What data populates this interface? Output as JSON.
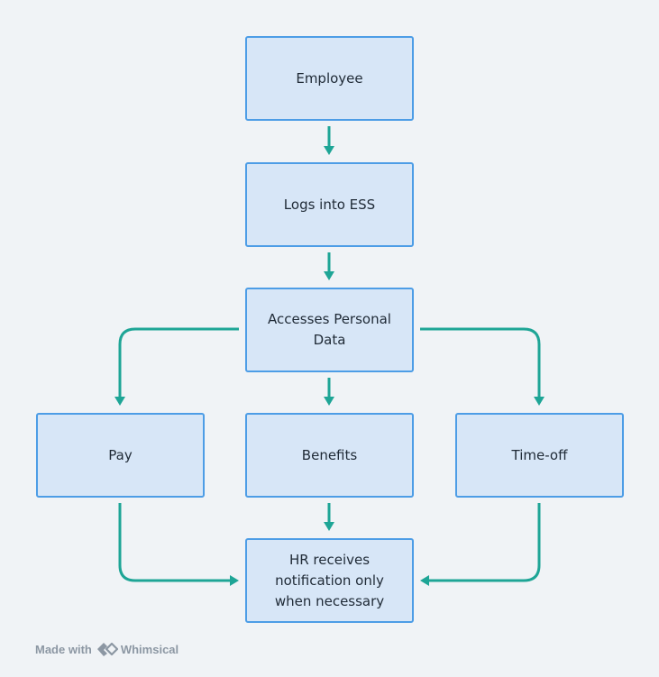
{
  "diagram": {
    "nodes": {
      "employee": "Employee",
      "logs": "Logs into ESS",
      "access": "Accesses Personal Data",
      "pay": "Pay",
      "benefits": "Benefits",
      "timeoff": "Time-off",
      "hr": "HR receives notification only when necessary"
    }
  },
  "footer": {
    "made_with": "Made with",
    "brand": "Whimsical"
  },
  "colors": {
    "node_fill": "#d7e6f7",
    "node_border": "#4d9de6",
    "edge": "#1ea596",
    "background": "#f0f3f6"
  }
}
